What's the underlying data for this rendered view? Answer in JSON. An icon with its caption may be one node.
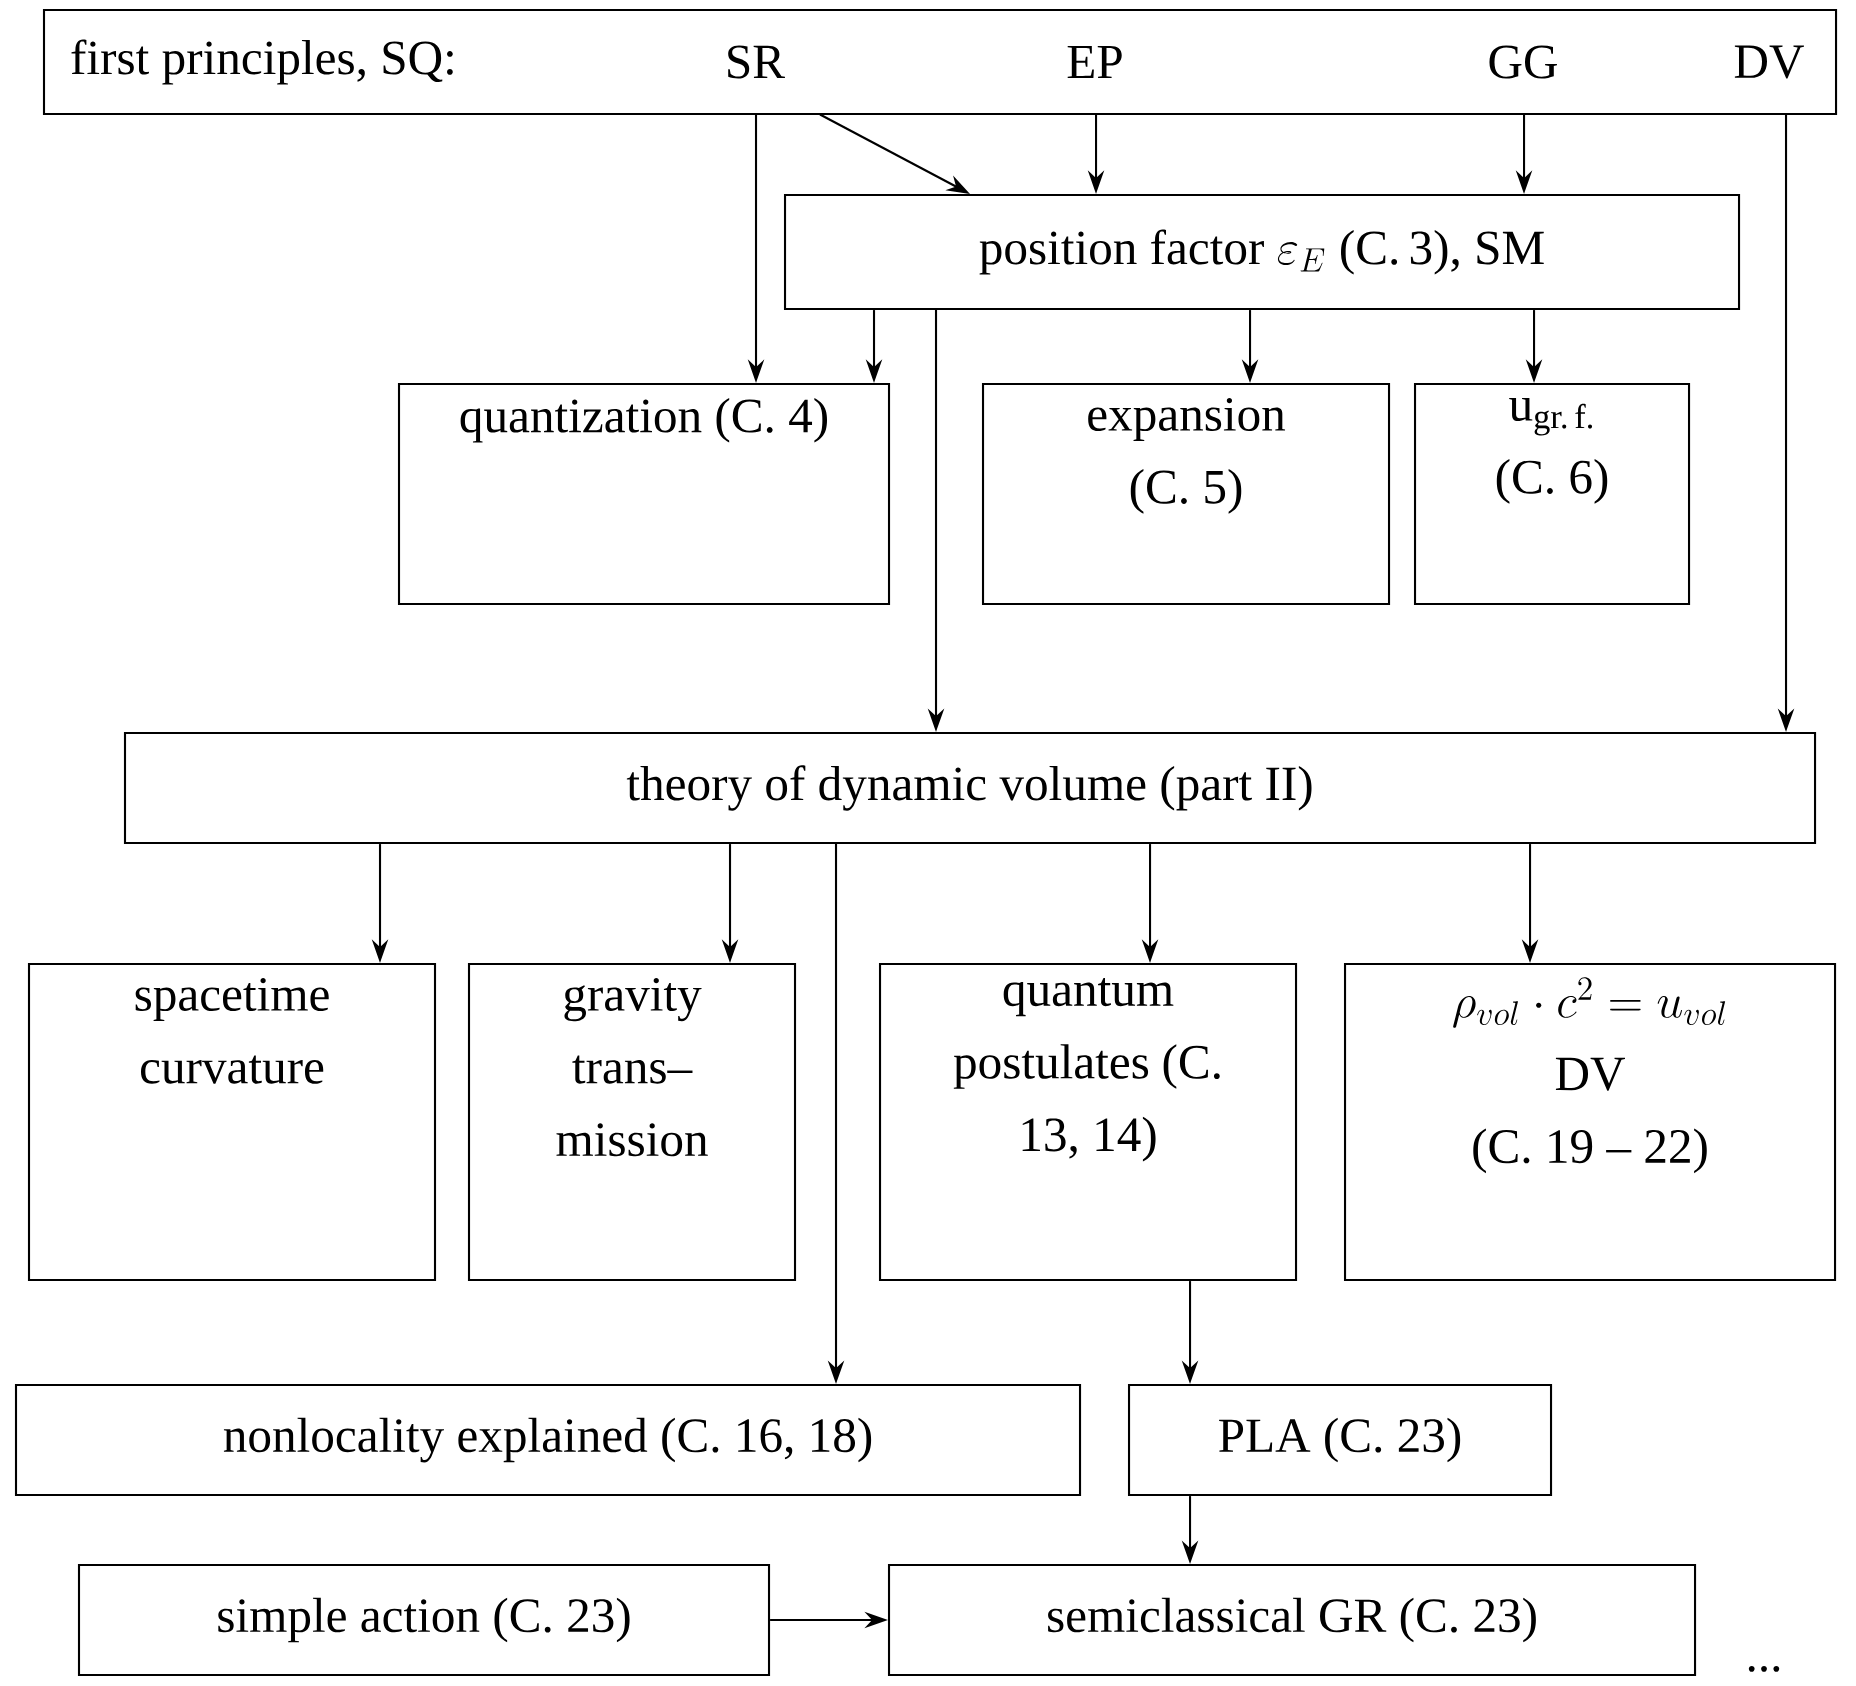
{
  "diagram": {
    "nodes": [
      {
        "text": [
          "first principles, SQ:"
        ]
      },
      {
        "text": [
          "SR"
        ],
        "in": 0
      },
      {
        "text": [
          "EP"
        ],
        "in": 0
      },
      {
        "text": [
          "GG"
        ],
        "in": 0
      },
      {
        "text": [
          "DV"
        ],
        "in": 0
      },
      {
        "text": [
          "\\text{position factor }\\varepsilon_E\\text{ (C.\\,3), SM}"
        ]
      },
      {
        "text": [
          "quantization (C. 4)"
        ]
      },
      {
        "text": [
          "expansion (C. 5)"
        ]
      },
      {
        "text": [
          "\\text{u}_{\\text{gr.\\,f.}}",
          "(C. 6)"
        ]
      },
      {
        "text": [
          "theory of dynamic volume (part II)"
        ]
      },
      {
        "text": [
          "spacetime curvature"
        ]
      },
      {
        "text": [
          "gravity trans– mission"
        ]
      },
      {
        "text": [
          "quantum postulates (C. 13, 14)"
        ]
      },
      {
        "text": [
          "\\rho_{vol}\\cdot c^2=u_{vol}",
          "DV",
          "(C. 19 – 22)"
        ]
      },
      {
        "text": [
          "nonlocality explained (C. 16, 18)"
        ]
      },
      {
        "text": [
          "PLA (C. 23)"
        ]
      },
      {
        "text": [
          "simple action (C. 23)"
        ]
      },
      {
        "text": [
          "semiclassical GR (C. 23)"
        ]
      }
    ],
    "edges": [
      {
        "from": 1,
        "to": 6,
        "arrow": "to"
      },
      {
        "from": 1,
        "to": 5,
        "arrow": "to"
      },
      {
        "from": 2,
        "to": 5,
        "arrow": "to"
      },
      {
        "from": 3,
        "to": 5,
        "arrow": "to"
      },
      {
        "from": 5,
        "to": 6,
        "arrow": "to"
      },
      {
        "from": 5,
        "to": 7,
        "arrow": "to"
      },
      {
        "from": 5,
        "to": 8,
        "arrow": "to"
      },
      {
        "from": 5,
        "to": 9,
        "arrow": "to"
      },
      {
        "from": 4,
        "to": 9,
        "arrow": "to"
      },
      {
        "from": 9,
        "to": 10,
        "arrow": "to"
      },
      {
        "from": 9,
        "to": 11,
        "arrow": "to"
      },
      {
        "from": 9,
        "to": 14,
        "arrow": "to"
      },
      {
        "from": 9,
        "to": 12,
        "arrow": "to"
      },
      {
        "from": 9,
        "to": 13,
        "arrow": "to"
      },
      {
        "from": 12,
        "to": 15,
        "arrow": "to"
      },
      {
        "from": 15,
        "to": 17,
        "arrow": "to"
      },
      {
        "from": 16,
        "to": 17,
        "arrow": "to"
      }
    ],
    "labels": [
      "..."
    ]
  }
}
